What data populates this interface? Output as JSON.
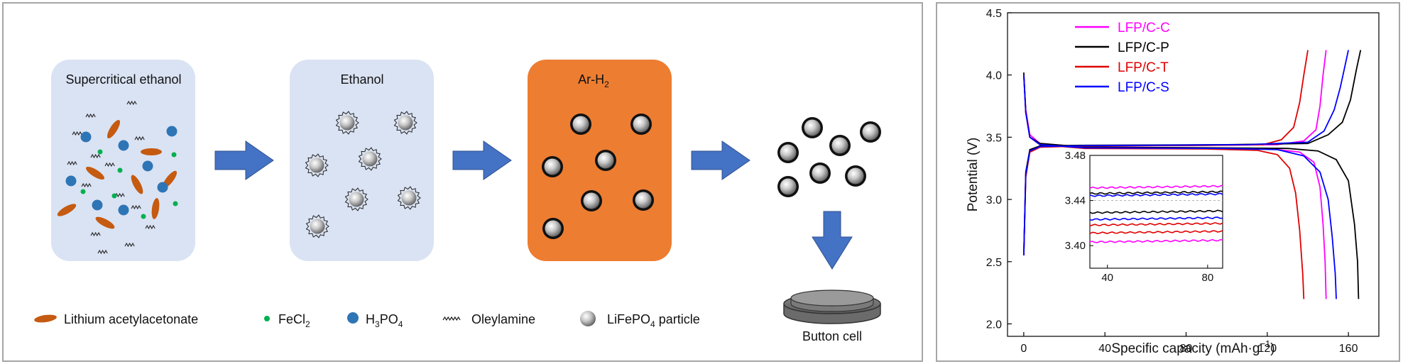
{
  "process": {
    "steps": [
      {
        "label": "Supercritical ethanol"
      },
      {
        "label": "Ethanol"
      },
      {
        "label": "Ar-H",
        "sub": "2"
      }
    ],
    "product_label": "Button cell"
  },
  "legend": {
    "lithium": "Lithium acetylacetonate",
    "fecl2_main": "FeCl",
    "fecl2_sub": "2",
    "h3po4_a": "H",
    "h3po4_sub1": "3",
    "h3po4_b": "PO",
    "h3po4_sub2": "4",
    "oleylamine": "Oleylamine",
    "lfp_a": "LiFePO",
    "lfp_sub": "4",
    "lfp_b": " particle"
  },
  "colors": {
    "panel_blue": "#dae3f3",
    "panel_orange": "#ed7d31",
    "arrow_blue": "#4472c4",
    "lithium_brown": "#c55a11",
    "fecl2_green": "#00b050",
    "h3po4_blue": "#2e75b6"
  },
  "chart_data": {
    "type": "line",
    "xlabel": "Specific capacity (mAh·g",
    "xlabel_sup": "−1",
    "xlabel_close": ")",
    "ylabel": "Potential (V)",
    "xlim": [
      -8,
      175
    ],
    "ylim": [
      1.9,
      4.5
    ],
    "xticks": [
      "0",
      "40",
      "80",
      "120",
      "160"
    ],
    "yticks": [
      "2.0",
      "2.5",
      "3.0",
      "3.5",
      "4.0",
      "4.5"
    ],
    "legend_position": "top-left",
    "series": [
      {
        "name": "LFP/C-C",
        "color": "#ff00ff",
        "charge": [
          [
            0,
            2.55
          ],
          [
            1,
            3.2
          ],
          [
            3,
            3.38
          ],
          [
            8,
            3.42
          ],
          [
            30,
            3.43
          ],
          [
            80,
            3.435
          ],
          [
            125,
            3.44
          ],
          [
            138,
            3.47
          ],
          [
            144,
            3.56
          ],
          [
            146,
            3.75
          ],
          [
            147.5,
            4.0
          ],
          [
            149,
            4.2
          ]
        ],
        "discharge": [
          [
            0,
            4.0
          ],
          [
            1,
            3.72
          ],
          [
            3,
            3.52
          ],
          [
            8,
            3.45
          ],
          [
            30,
            3.42
          ],
          [
            80,
            3.415
          ],
          [
            120,
            3.41
          ],
          [
            136,
            3.38
          ],
          [
            143,
            3.3
          ],
          [
            146,
            3.1
          ],
          [
            147.5,
            2.8
          ],
          [
            148.5,
            2.5
          ],
          [
            149,
            2.2
          ]
        ],
        "inset": 3.452
      },
      {
        "name": "LFP/C-P",
        "color": "#000000",
        "charge": [
          [
            0,
            2.55
          ],
          [
            1,
            3.22
          ],
          [
            3,
            3.4
          ],
          [
            8,
            3.43
          ],
          [
            30,
            3.435
          ],
          [
            100,
            3.44
          ],
          [
            140,
            3.45
          ],
          [
            150,
            3.52
          ],
          [
            157,
            3.62
          ],
          [
            161,
            3.8
          ],
          [
            164,
            4.05
          ],
          [
            166,
            4.2
          ]
        ],
        "discharge": [
          [
            0,
            4.02
          ],
          [
            1,
            3.7
          ],
          [
            3,
            3.5
          ],
          [
            8,
            3.45
          ],
          [
            30,
            3.42
          ],
          [
            90,
            3.415
          ],
          [
            130,
            3.41
          ],
          [
            145,
            3.39
          ],
          [
            154,
            3.32
          ],
          [
            160,
            3.15
          ],
          [
            163,
            2.8
          ],
          [
            164.5,
            2.5
          ],
          [
            165,
            2.2
          ]
        ],
        "inset": 3.445
      },
      {
        "name": "LFP/C-T",
        "color": "#e00000",
        "charge": [
          [
            0,
            2.55
          ],
          [
            1,
            3.18
          ],
          [
            3,
            3.38
          ],
          [
            8,
            3.42
          ],
          [
            30,
            3.43
          ],
          [
            90,
            3.435
          ],
          [
            118,
            3.44
          ],
          [
            127,
            3.48
          ],
          [
            133,
            3.58
          ],
          [
            136,
            3.78
          ],
          [
            138,
            4.0
          ],
          [
            140,
            4.2
          ]
        ],
        "discharge": [
          [
            0,
            4.0
          ],
          [
            1,
            3.7
          ],
          [
            3,
            3.5
          ],
          [
            8,
            3.44
          ],
          [
            30,
            3.41
          ],
          [
            90,
            3.405
          ],
          [
            115,
            3.395
          ],
          [
            125,
            3.36
          ],
          [
            131,
            3.25
          ],
          [
            134,
            3.05
          ],
          [
            136,
            2.75
          ],
          [
            137.5,
            2.4
          ],
          [
            138,
            2.2
          ]
        ],
        "inset": 3.42
      },
      {
        "name": "LFP/C-S",
        "color": "#0000ff",
        "charge": [
          [
            0,
            2.55
          ],
          [
            1,
            3.2
          ],
          [
            3,
            3.39
          ],
          [
            8,
            3.425
          ],
          [
            30,
            3.432
          ],
          [
            110,
            3.44
          ],
          [
            140,
            3.46
          ],
          [
            148,
            3.55
          ],
          [
            153,
            3.72
          ],
          [
            156,
            3.9
          ],
          [
            158,
            4.05
          ],
          [
            160,
            4.2
          ]
        ],
        "discharge": [
          [
            0,
            4.0
          ],
          [
            1,
            3.7
          ],
          [
            3,
            3.5
          ],
          [
            8,
            3.44
          ],
          [
            30,
            3.415
          ],
          [
            100,
            3.41
          ],
          [
            125,
            3.4
          ],
          [
            138,
            3.35
          ],
          [
            146,
            3.22
          ],
          [
            150,
            3.0
          ],
          [
            152,
            2.7
          ],
          [
            153.5,
            2.4
          ],
          [
            154,
            2.2
          ]
        ],
        "inset": 3.434
      }
    ],
    "inset": {
      "xlim": [
        33,
        86
      ],
      "ylim": [
        3.38,
        3.48
      ],
      "xticks": [
        "40",
        "80"
      ],
      "yticks": [
        "3.40",
        "3.44",
        "3.48"
      ],
      "levels": [
        {
          "color": "#ff00ff",
          "value": 3.452
        },
        {
          "color": "#000000",
          "value": 3.447
        },
        {
          "color": "#0000ff",
          "value": 3.445
        },
        {
          "color": "#000000",
          "value": 3.43
        },
        {
          "color": "#0000ff",
          "value": 3.424
        },
        {
          "color": "#e00000",
          "value": 3.419
        },
        {
          "color": "#e00000",
          "value": 3.412
        },
        {
          "color": "#ff00ff",
          "value": 3.404
        }
      ]
    }
  }
}
